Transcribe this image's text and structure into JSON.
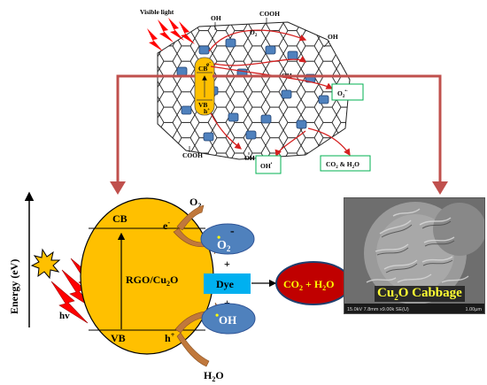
{
  "top": {
    "visible_light": "Visible light",
    "oh": "OH",
    "cooh": "COOH",
    "o2": "O",
    "o2_sub": "2",
    "e_minus": "e",
    "e_sup": "-",
    "cb": "CB",
    "vb": "VB",
    "h_plus": "h",
    "h_sup": "+",
    "superoxide_base": "O",
    "superoxide_sub": "2",
    "superoxide_sup": "•-",
    "hydroxyl": "OH",
    "hydroxyl_sup": "•",
    "co2_h2o": "CO",
    "co2_sub": "2",
    "co2_tail": " & H",
    "h2o_sub": "2",
    "h2o_tail": "O"
  },
  "bottom": {
    "energy_axis": "Energy (eV)",
    "hv": "hv",
    "o2_top": "O",
    "o2_top_sub": "2",
    "cb": "CB",
    "e_minus": "e",
    "e_sup": "-",
    "catalyst": "RGO/Cu",
    "catalyst_sub": "2",
    "catalyst_tail": "O",
    "vb": "VB",
    "h_plus": "h",
    "h_sup": "+",
    "superoxide_base": "O",
    "superoxide_sub": "2",
    "superoxide_dot": "•",
    "superoxide_minus": "-",
    "plus1": "+",
    "dye": "Dye",
    "plus2": "+",
    "hydroxyl_dot": "•",
    "hydroxyl": "OH",
    "products": "CO",
    "products_sub": "2",
    "products_tail": " + H",
    "products_sub2": "2",
    "products_tail2": "O",
    "h2o": "H",
    "h2o_sub": "2",
    "h2o_tail": "O"
  },
  "sem": {
    "caption": "Cu",
    "caption_sub": "2",
    "caption_tail": "O Cabbage",
    "info": "15.0kV 7.8mm x9.00k SE(U)",
    "scale": "1.00μm"
  },
  "colors": {
    "arrow_dark_red": "#c0504d",
    "catalyst_fill": "#ffc000",
    "radical_fill": "#4f81bd",
    "dye_fill": "#00b0f0",
    "products_fill": "#c00000",
    "products_text": "#ffff00",
    "lightning": "#ff0000",
    "curved_arrow": "#c0783c",
    "box_border": "#00b050"
  }
}
